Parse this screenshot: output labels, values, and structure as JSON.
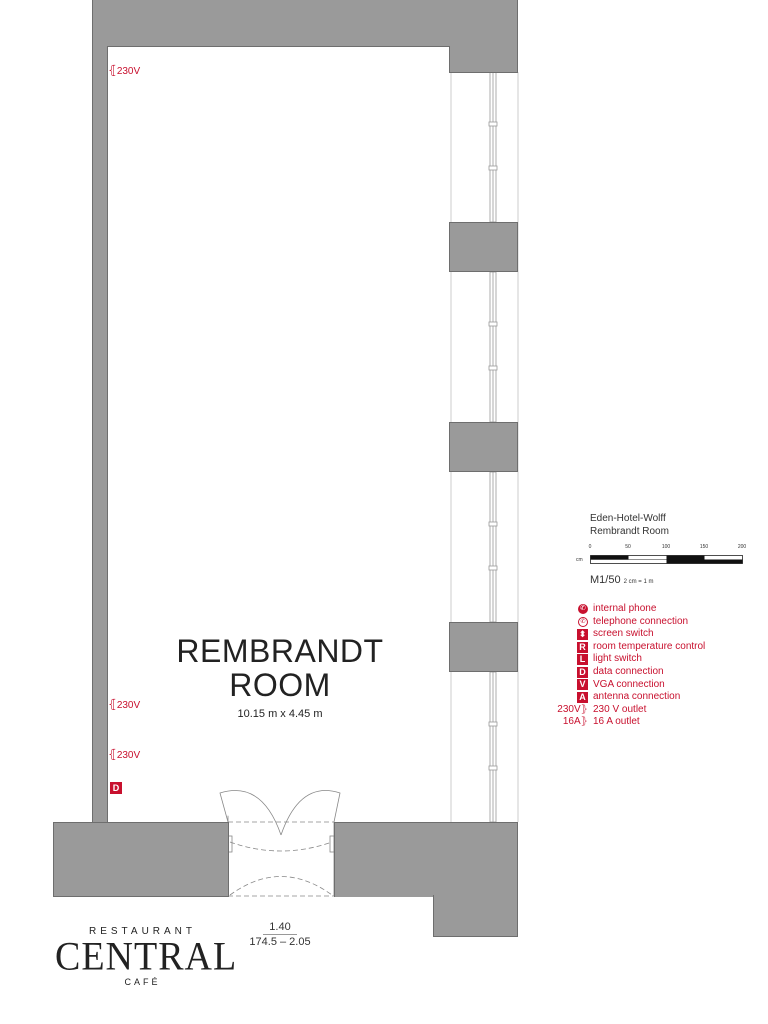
{
  "room": {
    "title_line1": "REMBRANDT",
    "title_line2": "ROOM",
    "dimensions": "10.15 m x 4.45 m"
  },
  "outlets": [
    {
      "label": "230V",
      "position": "top-left wall"
    },
    {
      "label": "230V",
      "position": "lower-left wall"
    },
    {
      "label": "230V",
      "position": "lower-left wall"
    }
  ],
  "data_badge": {
    "letter": "D"
  },
  "info": {
    "hotel": "Eden-Hotel-Wolff",
    "room": "Rembrandt Room"
  },
  "scale": {
    "unit": "cm",
    "ticks": [
      "0",
      "50",
      "100",
      "150",
      "200"
    ],
    "ratio": "M1/50",
    "note": "2 cm = 1 m"
  },
  "legend": [
    {
      "icon": "phone-filled-icon",
      "glyph": "✆",
      "label": "internal phone"
    },
    {
      "icon": "phone-outline-icon",
      "glyph": "✆",
      "label": "telephone connection"
    },
    {
      "icon": "screen-switch-icon",
      "glyph": "⬍",
      "label": "screen switch"
    },
    {
      "icon": "badge-r-icon",
      "glyph": "R",
      "label": "room temperature control"
    },
    {
      "icon": "badge-l-icon",
      "glyph": "L",
      "label": "light switch"
    },
    {
      "icon": "badge-d-icon",
      "glyph": "D",
      "label": "data connection"
    },
    {
      "icon": "badge-v-icon",
      "glyph": "V",
      "label": "VGA connection"
    },
    {
      "icon": "badge-a-icon",
      "glyph": "A",
      "label": "antenna connection"
    },
    {
      "icon": "outlet-230v-icon",
      "glyph": "230V",
      "label": "230 V outlet"
    },
    {
      "icon": "outlet-16a-icon",
      "glyph": "16A",
      "label": "16 A outlet"
    }
  ],
  "door": {
    "width": "1.40",
    "height": "174.5 – 2.05"
  },
  "logo": {
    "top": "RESTAURANT",
    "main": "CENTRAL",
    "bottom": "CAFÉ"
  },
  "colors": {
    "wall": "#9a9a9a",
    "accent": "#c8102e",
    "text": "#222222"
  }
}
